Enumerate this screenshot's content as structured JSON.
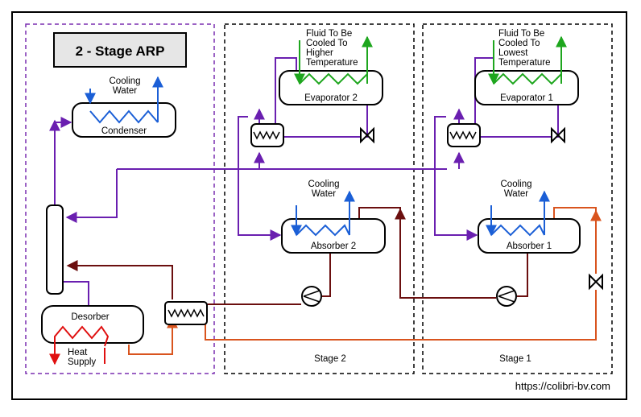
{
  "diagram": {
    "title": "2 - Stage  ARP",
    "footer": "https://colibri-bv.com",
    "colors": {
      "purple": "#6a1fb0",
      "dark_red": "#6b0f0f",
      "orange": "#d9541e",
      "red": "#e01010",
      "blue": "#1b5fd6",
      "green": "#1ea61e",
      "title_fill": "#e6e6e6"
    },
    "stage_labels": {
      "stage2": "Stage 2",
      "stage1": "Stage 1"
    },
    "components": {
      "condenser": "Condenser",
      "desorber": "Desorber",
      "evaporator2": "Evaporator 2",
      "evaporator1": "Evaporator 1",
      "absorber2": "Absorber 2",
      "absorber1": "Absorber 1"
    },
    "annotations": {
      "cooling_water_condenser": [
        "Cooling",
        "Water"
      ],
      "cooling_water_absorber2": [
        "Cooling",
        "Water"
      ],
      "cooling_water_absorber1": [
        "Cooling",
        "Water"
      ],
      "heat_supply": [
        "Heat",
        "Supply"
      ],
      "fluid_higher": [
        "Fluid To Be",
        "Cooled To",
        "Higher",
        "Temperature"
      ],
      "fluid_lowest": [
        "Fluid To Be",
        "Cooled To",
        "Lowest",
        "Temperature"
      ]
    },
    "icons": [
      "heat-exchanger-icon",
      "pump-icon",
      "expansion-valve-icon",
      "heating-coil-icon",
      "cooling-coil-icon"
    ]
  }
}
